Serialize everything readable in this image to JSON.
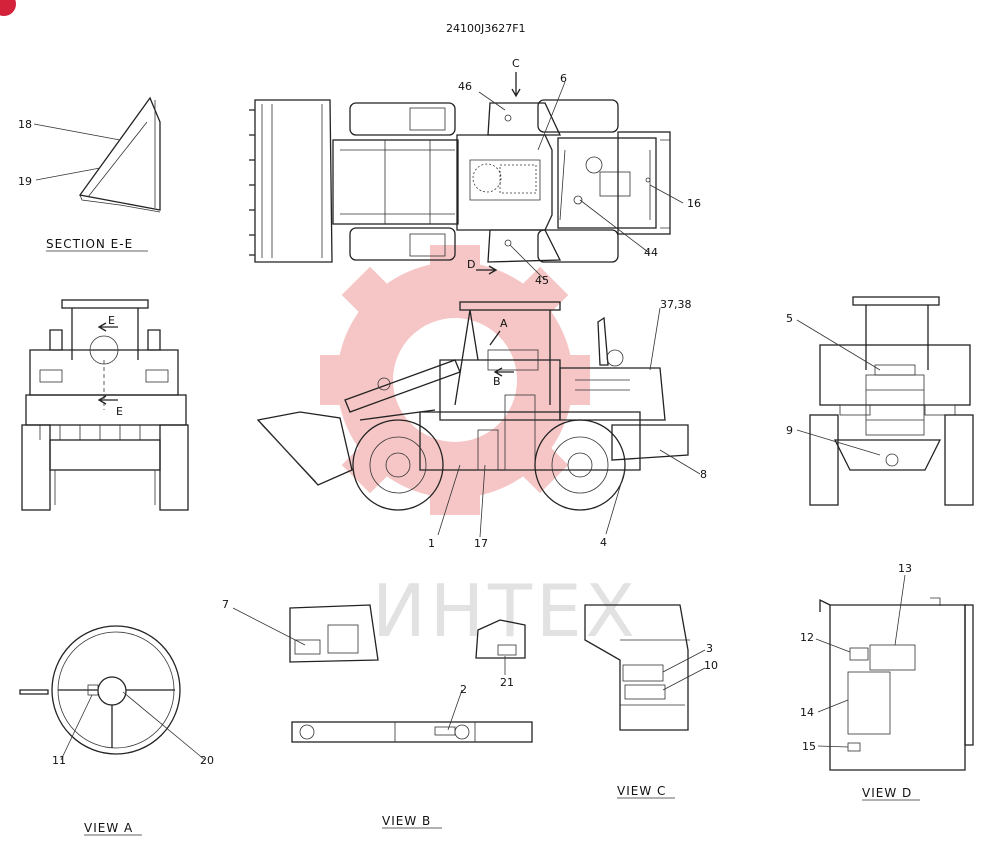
{
  "drawing_number": "24100J3627F1",
  "watermark": "ИНТЕХ",
  "view_titles": {
    "section_ee": "SECTION E-E",
    "view_a": "VIEW A",
    "view_b": "VIEW B",
    "view_c": "VIEW C",
    "view_d": "VIEW D"
  },
  "view_markers": {
    "c": "C",
    "d": "D",
    "a": "A",
    "b": "B",
    "e_top": "E",
    "e_bottom": "E"
  },
  "callouts": [
    "1",
    "2",
    "3",
    "4",
    "5",
    "6",
    "7",
    "8",
    "9",
    "10",
    "11",
    "12",
    "13",
    "14",
    "15",
    "16",
    "17",
    "18",
    "19",
    "20",
    "21",
    "37,38",
    "44",
    "45",
    "46"
  ],
  "colors": {
    "watermark": "#f3b3b3",
    "badge": "#d3223a",
    "line": "#222222"
  }
}
